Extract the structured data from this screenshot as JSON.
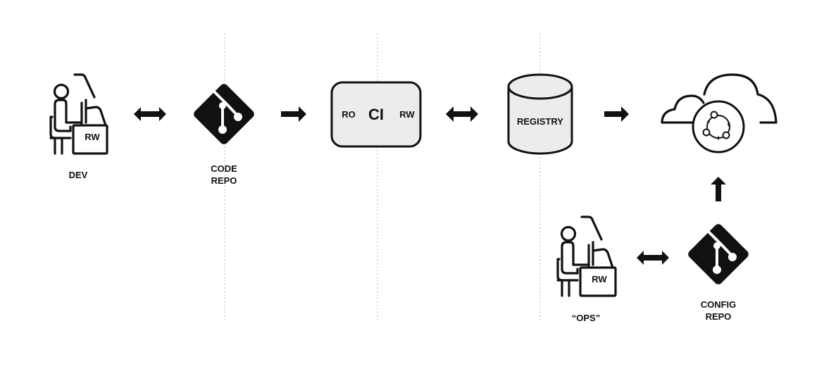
{
  "diagram": {
    "title": "GitOps pipeline with dev, CI, registry and ops",
    "colors": {
      "ink": "#111111",
      "box_fill": "#ececec",
      "divider": "#b8b8b8",
      "background": "#ffffff"
    },
    "nodes": {
      "dev": {
        "label": "DEV",
        "badge": "RW",
        "icon": "person-at-desk-icon"
      },
      "code_repo": {
        "label_line1": "CODE",
        "label_line2": "REPO",
        "icon": "git-icon"
      },
      "ci": {
        "label": "CI",
        "left_tag": "RO",
        "right_tag": "RW"
      },
      "registry": {
        "label": "REGISTRY",
        "icon": "database-cylinder-icon"
      },
      "cloud": {
        "label": "",
        "icon": "cloud-cluster-icon"
      },
      "ops": {
        "label": "“OPS”",
        "badge": "RW",
        "icon": "person-at-desk-icon"
      },
      "config_repo": {
        "label_line1": "CONFIG",
        "label_line2": "REPO",
        "icon": "git-icon"
      }
    },
    "edges": [
      {
        "from": "dev",
        "to": "code_repo",
        "type": "bidirectional"
      },
      {
        "from": "code_repo",
        "to": "ci",
        "type": "directed"
      },
      {
        "from": "ci",
        "to": "registry",
        "type": "bidirectional"
      },
      {
        "from": "registry",
        "to": "cloud",
        "type": "directed"
      },
      {
        "from": "config_repo",
        "to": "cloud",
        "type": "directed"
      },
      {
        "from": "ops",
        "to": "config_repo",
        "type": "bidirectional"
      }
    ],
    "dividers": 3
  }
}
